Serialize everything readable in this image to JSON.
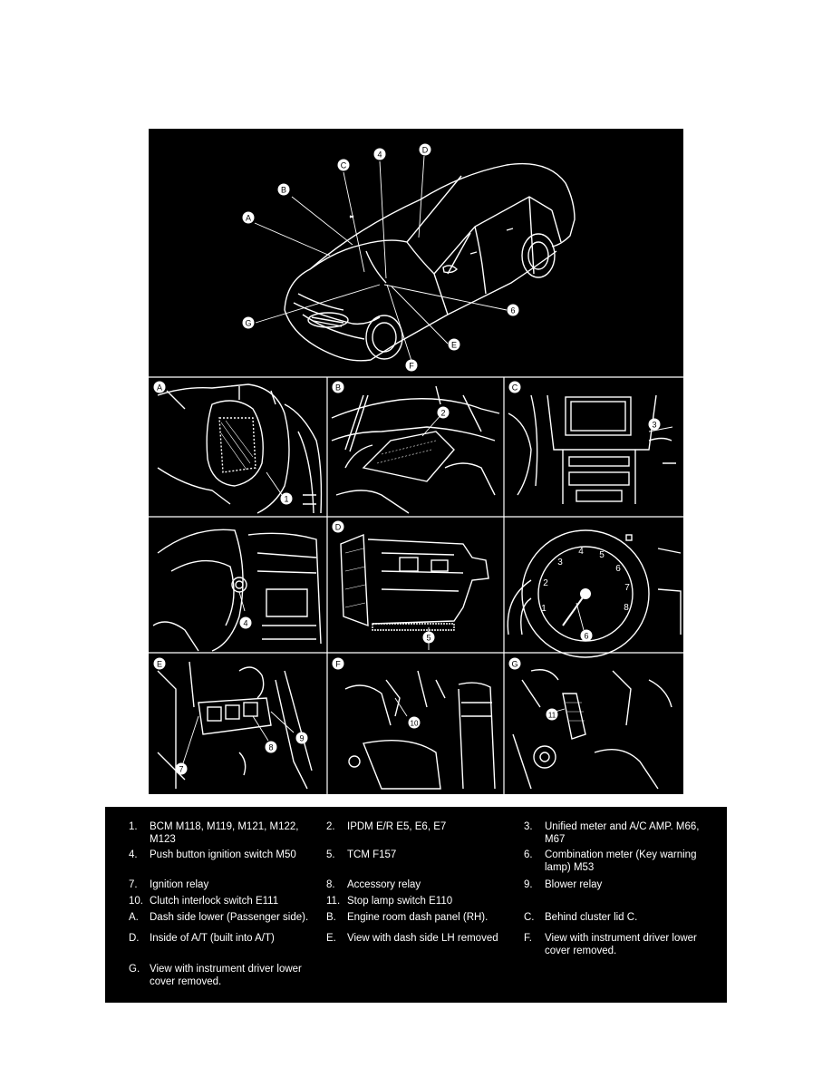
{
  "figure": {
    "callouts": {
      "overview": [
        "C",
        "4",
        "D",
        "B",
        "A",
        "6",
        "G",
        "E",
        "F"
      ],
      "panels": [
        {
          "letter": "A",
          "item": "1"
        },
        {
          "letter": "B",
          "item": "2"
        },
        {
          "letter": "C",
          "item": "3"
        },
        {
          "letter": "",
          "item": "4"
        },
        {
          "letter": "D",
          "item": "5"
        },
        {
          "letter": "",
          "item": "6"
        },
        {
          "letter": "E",
          "item": "7"
        },
        {
          "letter": "F",
          "item": "10"
        },
        {
          "letter": "G",
          "item": "11"
        }
      ],
      "extra": [
        "8",
        "9"
      ]
    },
    "gauge_numbers": [
      "1",
      "2",
      "3",
      "4",
      "5",
      "6",
      "7",
      "8"
    ]
  },
  "legend": {
    "rows": [
      [
        {
          "key": "1.",
          "text": "BCM M118, M119, M121, M122, M123"
        },
        {
          "key": "2.",
          "text": "IPDM E/R E5, E6, E7"
        },
        {
          "key": "3.",
          "text": "Unified meter and A/C AMP. M66, M67"
        }
      ],
      [
        {
          "key": "4.",
          "text": "Push button ignition switch M50"
        },
        {
          "key": "5.",
          "text": "TCM F157"
        },
        {
          "key": "6.",
          "text": "Combination meter (Key warning lamp) M53"
        }
      ],
      [
        {
          "key": "7.",
          "text": "Ignition relay"
        },
        {
          "key": "8.",
          "text": "Accessory relay"
        },
        {
          "key": "9.",
          "text": "Blower relay"
        }
      ],
      [
        {
          "key": "10.",
          "text": "Clutch interlock switch E111"
        },
        {
          "key": "11.",
          "text": "Stop lamp switch E110"
        },
        {
          "key": "",
          "text": ""
        }
      ],
      [
        {
          "key": "A.",
          "text": "Dash side lower (Passenger side)."
        },
        {
          "key": "B.",
          "text": "Engine room dash panel (RH)."
        },
        {
          "key": "C.",
          "text": "Behind cluster lid C."
        }
      ],
      [
        {
          "key": "D.",
          "text": "Inside of A/T (built into A/T)"
        },
        {
          "key": "E.",
          "text": "View with dash side LH removed"
        },
        {
          "key": "F.",
          "text": "View with instrument driver lower cover removed."
        }
      ],
      [
        {
          "key": "G.",
          "text": "View with instrument driver lower cover removed."
        },
        {
          "key": "",
          "text": ""
        },
        {
          "key": "",
          "text": ""
        }
      ]
    ]
  }
}
